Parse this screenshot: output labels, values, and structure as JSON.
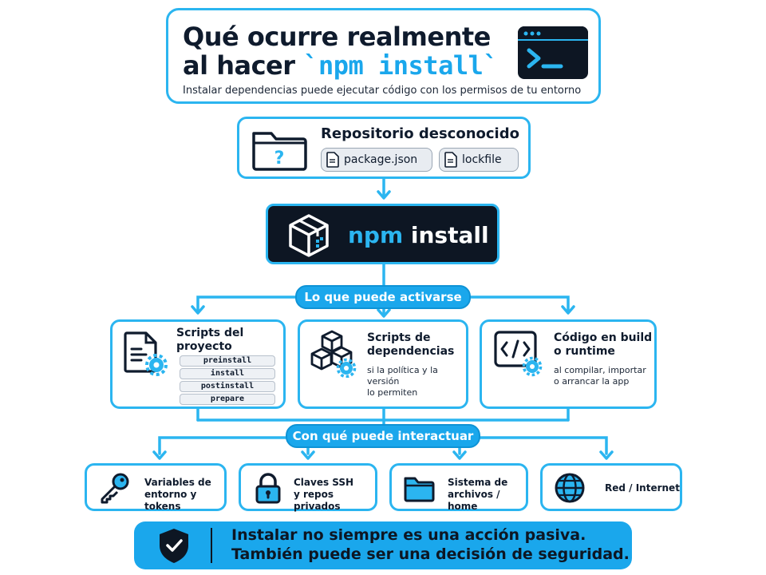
{
  "title": {
    "line1": "Qué ocurre realmente",
    "line2_prefix": "al hacer ",
    "line2_code": "`npm install`",
    "subtitle": "Instalar dependencias puede ejecutar código con los permisos de tu entorno"
  },
  "repo": {
    "title": "Repositorio desconocido",
    "files": [
      "package.json",
      "lockfile"
    ]
  },
  "npm": {
    "cmd": "npm",
    "arg": " install"
  },
  "section_activate": "Lo que puede activarse",
  "activations": [
    {
      "title_l1": "Scripts del",
      "title_l2": "proyecto",
      "scripts": [
        "preinstall",
        "install",
        "postinstall",
        "prepare"
      ]
    },
    {
      "title_l1": "Scripts de",
      "title_l2": "dependencias",
      "desc_l1": "si la política y la versión",
      "desc_l2": "lo permiten"
    },
    {
      "title_l1": "Código en build",
      "title_l2": "o runtime",
      "desc_l1": "al compilar, importar",
      "desc_l2": "o arrancar la app"
    }
  ],
  "section_interact": "Con qué puede interactuar",
  "resources": [
    {
      "l1": "Variables de",
      "l2": "entorno y tokens",
      "icon": "key-icon"
    },
    {
      "l1": "Claves SSH",
      "l2": "y repos privados",
      "icon": "lock-icon"
    },
    {
      "l1": "Sistema de",
      "l2": "archivos / home",
      "icon": "folder-icon"
    },
    {
      "l1": "Red / Internet",
      "l2": "",
      "icon": "globe-icon"
    }
  ],
  "banner": {
    "line1": "Instalar no siempre es una acción pasiva.",
    "line2": "También puede ser una decisión de seguridad."
  },
  "colors": {
    "accent": "#2bb5f0",
    "dark": "#0d1623",
    "banner": "#1aa7ec"
  }
}
